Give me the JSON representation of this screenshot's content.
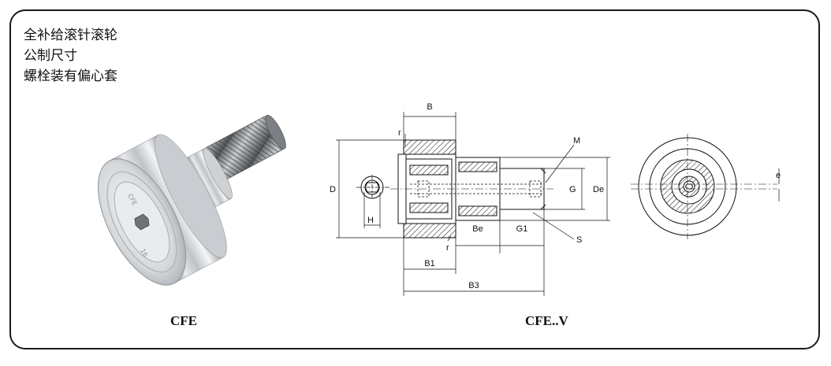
{
  "title_lines": [
    "全补给滚针滚轮",
    "公制尺寸",
    "螺栓装有偏心套"
  ],
  "captions": {
    "photo": "CFE",
    "drawing": "CFE..V"
  },
  "dimension_labels": {
    "B": "B",
    "r_top": "r",
    "r_bottom": "r",
    "M": "M",
    "D": "D",
    "G": "G",
    "De": "De",
    "H": "H",
    "Be": "Be",
    "G1": "G1",
    "S": "S",
    "B1": "B1",
    "B3": "B3",
    "e": "e"
  },
  "photo_text": {
    "ring_a": "CFE",
    "ring_b": "16"
  }
}
